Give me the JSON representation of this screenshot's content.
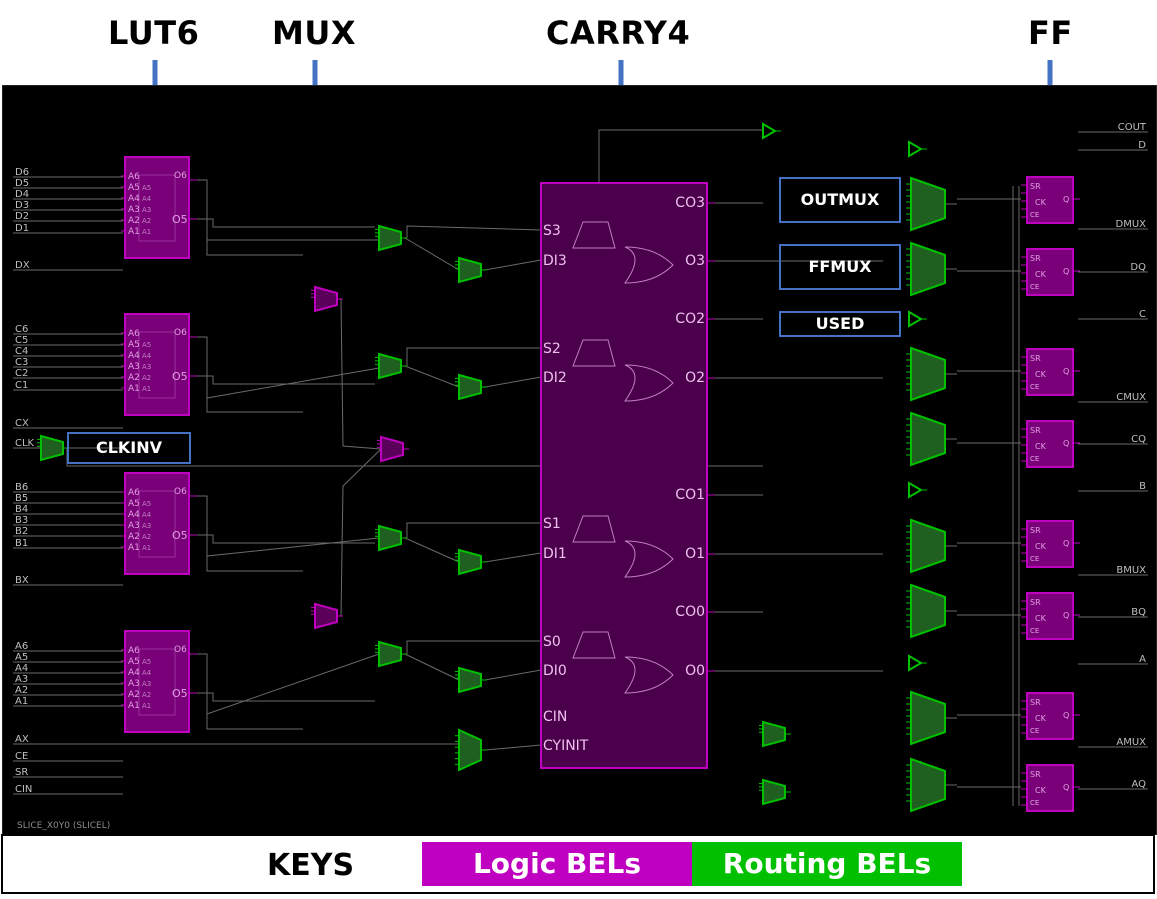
{
  "top_labels": {
    "lut6": "LUT6",
    "mux": "MUX",
    "carry4": "CARRY4",
    "ff": "FF"
  },
  "callouts": {
    "outmux": "OUTMUX",
    "ffmux": "FFMUX",
    "used": "USED",
    "clkinv": "CLKINV"
  },
  "ports_left": [
    "D6",
    "D5",
    "D4",
    "D3",
    "D2",
    "D1",
    "DX",
    "C6",
    "C5",
    "C4",
    "C3",
    "C2",
    "C1",
    "CX",
    "CLK",
    "B6",
    "B5",
    "B4",
    "B3",
    "B2",
    "B1",
    "BX",
    "A6",
    "A5",
    "A4",
    "A3",
    "A2",
    "A1",
    "AX",
    "CE",
    "SR",
    "CIN"
  ],
  "ports_right": [
    "COUT",
    "D",
    "DMUX",
    "DQ",
    "C",
    "CMUX",
    "CQ",
    "B",
    "BMUX",
    "BQ",
    "A",
    "AMUX",
    "AQ"
  ],
  "lut_pins_left": [
    "A6",
    "A5",
    "A4",
    "A3",
    "A2",
    "A1"
  ],
  "lut_pins_inner": [
    "A5",
    "A4",
    "A3",
    "A2",
    "A1"
  ],
  "lut_out": [
    "O6",
    "O5"
  ],
  "carry": {
    "s": [
      "S3",
      "S2",
      "S1",
      "S0"
    ],
    "di": [
      "DI3",
      "DI2",
      "DI1",
      "DI0"
    ],
    "co": [
      "CO3",
      "CO2",
      "CO1",
      "CO0"
    ],
    "o": [
      "O3",
      "O2",
      "O1",
      "O0"
    ],
    "cin": "CIN",
    "cyinit": "CYINIT"
  },
  "ff_pins": [
    "SR",
    "CK",
    "CE",
    "Q"
  ],
  "footer_caption": "SLICE_X0Y0 (SLICEL)",
  "keys": {
    "title": "KEYS",
    "logic": "Logic BELs",
    "routing": "Routing BELs"
  },
  "colors": {
    "logic": "#c000c0",
    "routing": "#00c000",
    "callout_border": "#4472c4",
    "background": "#000000"
  }
}
